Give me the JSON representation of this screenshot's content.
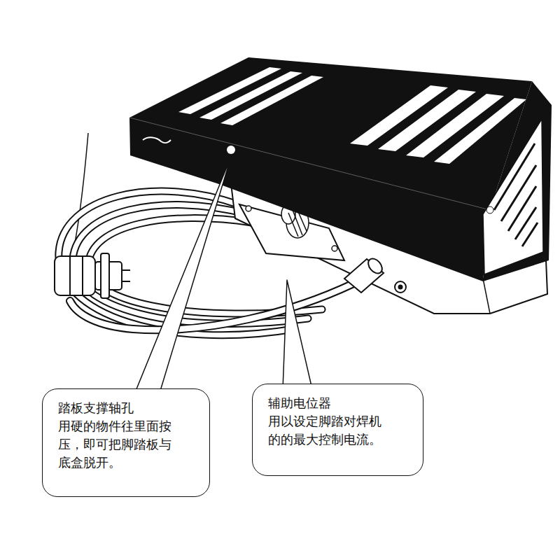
{
  "diagram": {
    "nodes": [
      {
        "text": [
          "踏板支撑轴孔",
          "用硬的物件往里面按压，即可把脚踏板与底盒脱开。"
        ]
      },
      {
        "text": [
          "辅助电位器",
          "用以设定脚踏对焊机的的最大控制电流。"
        ]
      }
    ]
  }
}
